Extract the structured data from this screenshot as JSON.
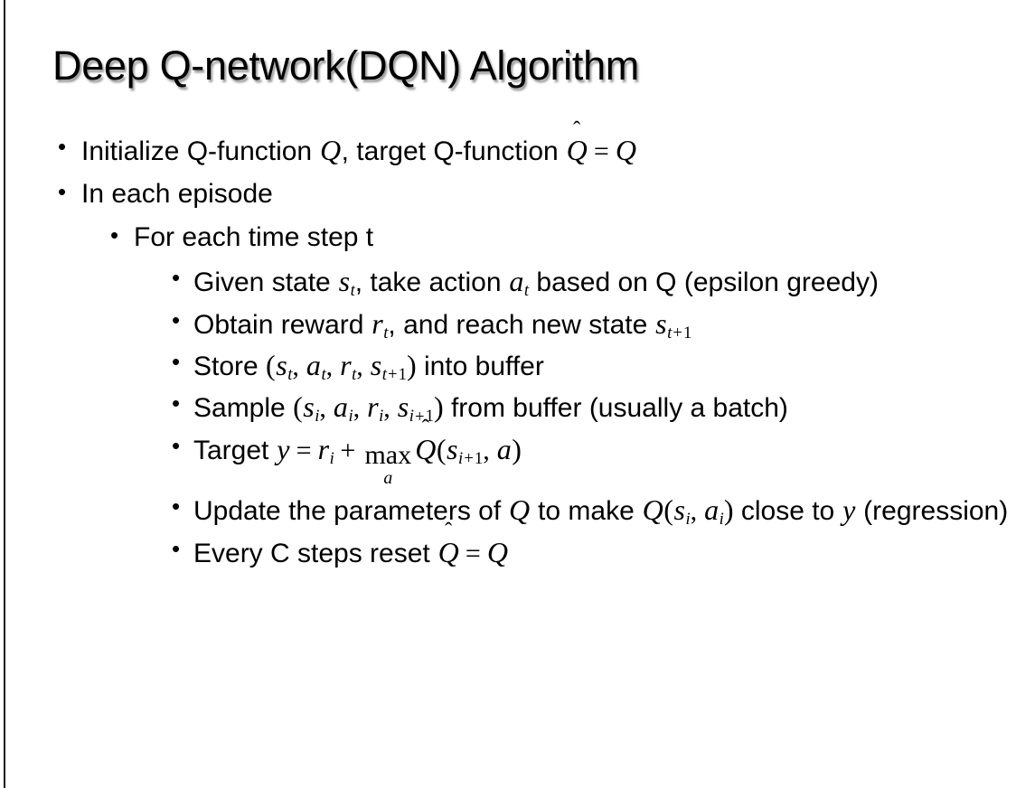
{
  "slide": {
    "title": "Deep Q-network(DQN) Algorithm",
    "bullet_glyph": "•",
    "background_color": "#ffffff",
    "text_color": "#000000",
    "left_rule_color": "#1a1a1a"
  },
  "content": {
    "b1": {
      "level": 1,
      "parts": [
        "Initialize Q-function ",
        "Q",
        ", target Q-function ",
        "Q̂",
        " = ",
        "Q"
      ],
      "plain": "Initialize Q-function Q, target Q-function Q̂ = Q",
      "pre": "Initialize Q-function ",
      "mid": ", target Q-function ",
      "var1": "Q",
      "eq": "=",
      "var2": "Q"
    },
    "b2": {
      "level": 1,
      "plain": "In each episode"
    },
    "b3": {
      "level": 2,
      "plain": "For each time step t"
    },
    "b4": {
      "level": 3,
      "plain": "Given state sₜ, take action aₜ based on Q (epsilon greedy)",
      "pre": "Given state ",
      "s": "s",
      "sub_t": "t",
      "mid": ", take action ",
      "a": "a",
      "post": " based on Q (epsilon greedy)"
    },
    "b5": {
      "level": 3,
      "plain": "Obtain reward rₜ, and reach new state sₜ₊₁",
      "pre": "Obtain reward ",
      "r": "r",
      "mid": ", and reach new state ",
      "s": "s",
      "sub_t": "t",
      "plus": "+",
      "one": "1"
    },
    "b6": {
      "level": 3,
      "plain": "Store (sₜ, aₜ, rₜ, sₜ₊₁) into buffer",
      "pre": "Store ",
      "open": "(",
      "close": ")",
      "comma": ", ",
      "s": "s",
      "a": "a",
      "r": "r",
      "sub_t": "t",
      "plus": "+",
      "one": "1",
      "post": " into buffer"
    },
    "b7": {
      "level": 3,
      "plain": "Sample (sᵢ, aᵢ, rᵢ, sᵢ₊₁) from buffer (usually a batch)",
      "pre": "Sample ",
      "open": "(",
      "close": ")",
      "comma": ", ",
      "s": "s",
      "a": "a",
      "r": "r",
      "sub_i": "i",
      "plus": "+",
      "one": "1",
      "post": " from buffer (usually a batch)"
    },
    "b8": {
      "level": 3,
      "plain": "Target y = rᵢ + max_a Q̂(sᵢ₊₁, a)",
      "pre": "Target ",
      "y": "y",
      "eq": "=",
      "r": "r",
      "sub_i": "i",
      "plusop": "+",
      "max": "max",
      "maxlimit": "a",
      "qhat": "Q",
      "hat": "̂",
      "open": "(",
      "close": ")",
      "comma": ", ",
      "s": "s",
      "plus": "+",
      "one": "1",
      "a": "a"
    },
    "b9": {
      "level": 3,
      "plain": "Update the parameters of Q to make Q(sᵢ, aᵢ) close to y (regression)",
      "pre": "Update the parameters of ",
      "q1": "Q",
      "mid": " to make ",
      "q2": "Q",
      "open": "(",
      "close": ")",
      "comma": ", ",
      "s": "s",
      "a": "a",
      "sub_i": "i",
      "post": " close to ",
      "y": "y",
      "tail": " (regression)"
    },
    "b10": {
      "level": 3,
      "plain": "Every C steps reset Q̂ = Q",
      "pre": "Every C steps reset ",
      "qhat": "Q",
      "hat": "̂",
      "eq": "=",
      "q": "Q"
    }
  }
}
